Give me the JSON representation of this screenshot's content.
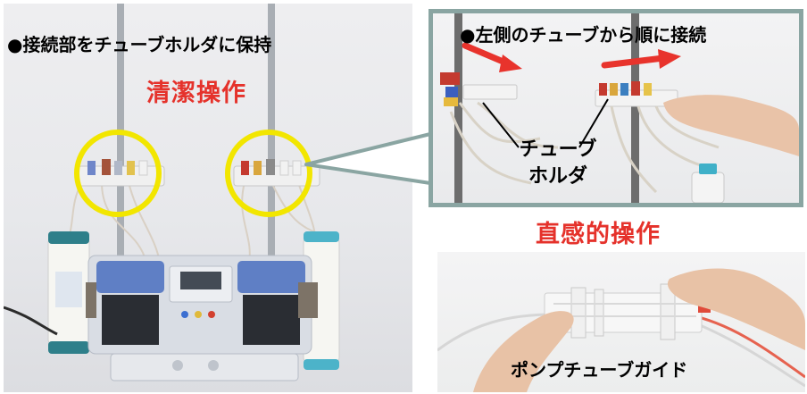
{
  "left_panel": {
    "caption": "●接続部をチューブホルダに保持",
    "highlight": "清潔操作"
  },
  "right_top_panel": {
    "caption": "●左側のチューブから順に接続",
    "label_line1": "チューブ",
    "label_line2": "ホルダ"
  },
  "right_bottom_panel": {
    "highlight": "直感的操作",
    "caption": "ポンプチューブガイド"
  },
  "colors": {
    "highlight_red": "#e5322b",
    "circle_yellow": "#f2e600",
    "callout_frame": "#8aa5a2",
    "arrow_red": "#e8332c"
  }
}
